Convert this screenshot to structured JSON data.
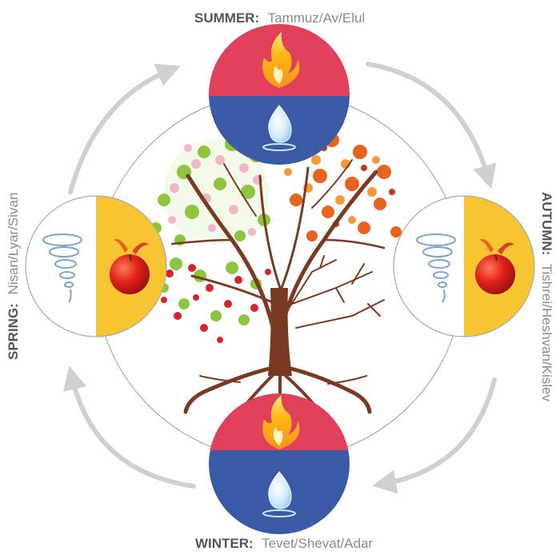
{
  "colors": {
    "fire_red": "#e0405a",
    "water_blue": "#3a5aa6",
    "earth_yellow": "#f6c531",
    "air_white": "#ffffff",
    "arrow_gray": "#d0d0d0",
    "label_bold": "#555555",
    "label_light": "#8a8a8a",
    "trunk": "#7a3a22",
    "spring_blossom": "#f2b6c8",
    "spring_leaf": "#8cc63f",
    "summer_cherry": "#d8222c",
    "autumn_leaf": "#e8641e",
    "circle_line": "#9a9a9a"
  },
  "seasons": {
    "summer": {
      "name": "SUMMER:",
      "months": "Tammuz/Av/Elul"
    },
    "autumn": {
      "name": "AUTUMN:",
      "months": "Tishrei/Heshvan/Kislev"
    },
    "winter": {
      "name": "WINTER:",
      "months": "Tevet/Shevat/Adar"
    },
    "spring": {
      "name": "SPRING:",
      "months": "Nisan/Lyar/Sivan"
    }
  },
  "icons": {
    "top": [
      "fire-icon",
      "water-drop-icon"
    ],
    "bottom": [
      "fire-icon",
      "water-drop-icon"
    ],
    "left": [
      "tornado-icon",
      "apple-icon"
    ],
    "right": [
      "tornado-icon",
      "apple-icon"
    ],
    "center": "four-season-tree-icon",
    "cycle": "arrow-icon"
  }
}
